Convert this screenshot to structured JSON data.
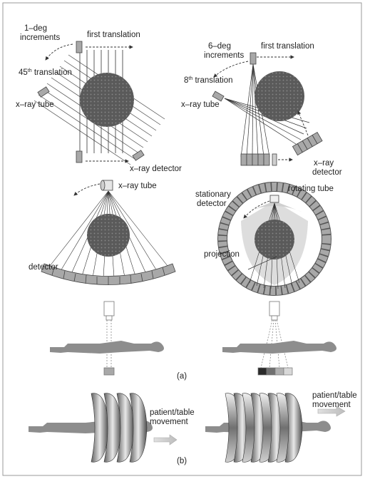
{
  "panel_a": {
    "tl": {
      "increments": "1–deg increments",
      "first_translation": "first translation",
      "nth_translation_num": "45",
      "nth_translation_sup": "th",
      "nth_translation_rest": " translation",
      "tube": "x–ray tube",
      "detector": "x–ray detector"
    },
    "tr": {
      "increments": "6–deg increments",
      "first_translation": "first translation",
      "nth_translation_num": "8",
      "nth_translation_sup": "th",
      "nth_translation_rest": " translation",
      "tube": "x–ray tube",
      "detector": "x–ray detector"
    },
    "ml": {
      "tube": "x–ray tube",
      "detector": "detector"
    },
    "mr": {
      "stationary_detector": "stationary detector",
      "rotating_tube": "rotating tube",
      "projection": "projection"
    },
    "caption": "(a)"
  },
  "panel_b": {
    "movement_label": "patient/table movement",
    "caption": "(b)"
  },
  "colors": {
    "disc": "#5a5a5a",
    "detector": "#a8a8a8",
    "fan": "#d8d8d8"
  }
}
